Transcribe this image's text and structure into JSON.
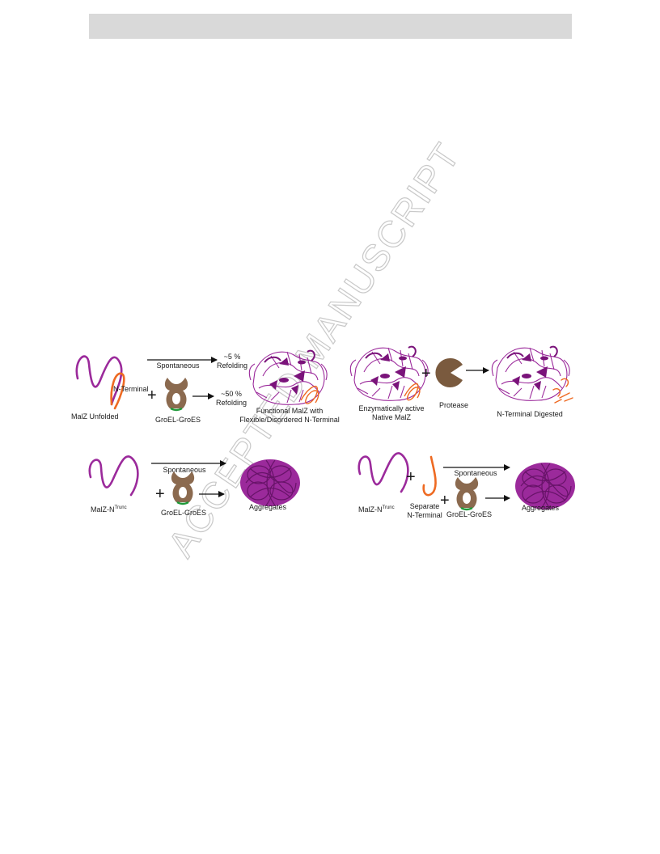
{
  "watermark": "ACCEPTED MANUSCRIPT",
  "panel_a": {
    "unfolded_label": "MalZ Unfolded",
    "n_terminal_label": "N-Terminal",
    "spontaneous_label": "Spontaneous",
    "spontaneous_yield_line1": "~5 %",
    "spontaneous_yield_line2": "Refolding",
    "chaperone_yield_line1": "~50 %",
    "chaperone_yield_line2": "Refolding",
    "chaperone_label": "GroEL-GroES",
    "product_line1": "Functional MalZ with",
    "product_line2": "Flexible/Disordered N-Terminal",
    "plus": "+"
  },
  "panel_b": {
    "native_line1": "Enzymatically active",
    "native_line2": "Native MalZ",
    "protease_label": "Protease",
    "digested_label": "N-Terminal Digested",
    "plus": "+"
  },
  "panel_c": {
    "trunc_label_base": "MalZ-N",
    "trunc_label_sup": "Trunc",
    "spontaneous_label": "Spontaneous",
    "chaperone_label": "GroEL-GroES",
    "aggregates_label": "Aggregates",
    "plus": "+"
  },
  "panel_d": {
    "trunc_label_base": "MalZ-N",
    "trunc_label_sup": "Trunc",
    "separate_line1": "Separate",
    "separate_line2": "N-Terminal",
    "spontaneous_label": "Spontaneous",
    "chaperone_label": "GroEL-GroES",
    "aggregates_label": "Aggregates",
    "plus_1": "+",
    "plus_2": "+"
  },
  "colors": {
    "protein": "#9b2a9b",
    "n_terminal": "#ee6a22",
    "chaperone": "#8b6a4f",
    "groes_lid": "#1f9a3a",
    "protease": "#7a5a3e",
    "arrow": "#111111",
    "header_bar": "#d9d9d9"
  }
}
